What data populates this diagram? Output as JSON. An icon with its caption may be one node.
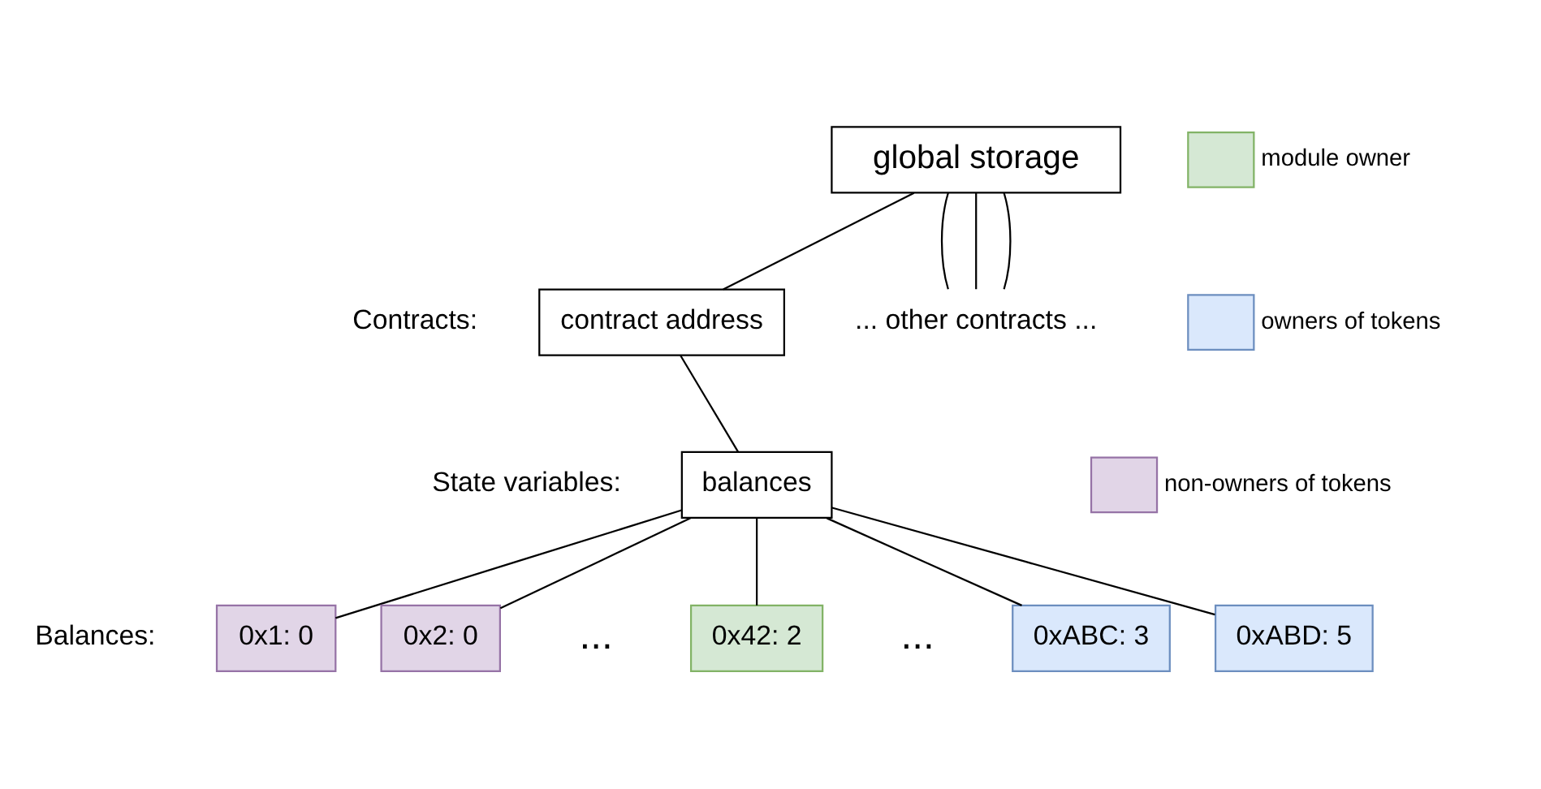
{
  "diagram": {
    "nodes": [
      {
        "text": [
          "global storage"
        ]
      },
      {
        "text": [
          "contract address"
        ]
      },
      {
        "text": [
          "... other contracts ..."
        ]
      },
      {
        "text": [
          "balances"
        ]
      },
      {
        "text": [
          "0x1: 0"
        ]
      },
      {
        "text": [
          "0x2: 0"
        ]
      },
      {
        "text": [
          "0x42: 2"
        ]
      },
      {
        "text": [
          "0xABC: 3"
        ]
      },
      {
        "text": [
          "0xABD: 5"
        ]
      }
    ],
    "edges": [
      {
        "from": 0,
        "to": 1,
        "arrow": "none"
      },
      {
        "from": 0,
        "to": 2,
        "arrow": "none"
      },
      {
        "from": 0,
        "to": 2,
        "arrow": "none"
      },
      {
        "from": 0,
        "to": 2,
        "arrow": "none"
      },
      {
        "from": 1,
        "to": 3,
        "arrow": "none"
      },
      {
        "from": 3,
        "to": 4,
        "arrow": "none"
      },
      {
        "from": 3,
        "to": 5,
        "arrow": "none"
      },
      {
        "from": 3,
        "to": 6,
        "arrow": "none"
      },
      {
        "from": 3,
        "to": 7,
        "arrow": "none"
      },
      {
        "from": 3,
        "to": 8,
        "arrow": "none"
      }
    ],
    "labels": [
      "Contracts:",
      "State variables:",
      "Balances:",
      "...",
      "..."
    ],
    "legend": [
      {
        "text": "module owner",
        "color": "#d5e8d4"
      },
      {
        "text": "owners of tokens",
        "color": "#dae8fc"
      },
      {
        "text": "non-owners of tokens",
        "color": "#e1d5e7"
      }
    ]
  }
}
